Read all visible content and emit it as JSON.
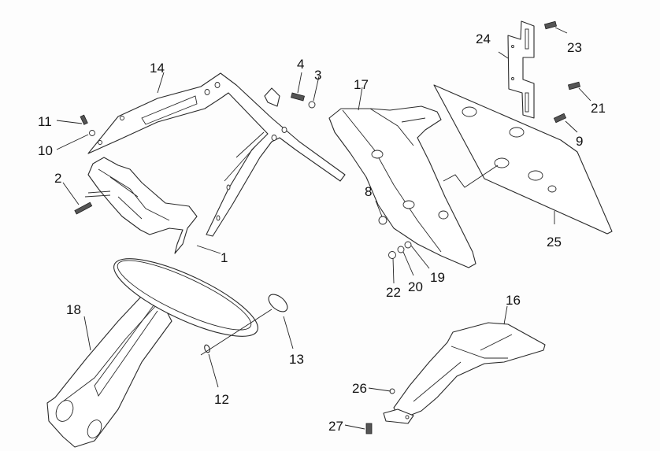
{
  "diagram": {
    "type": "exploded-parts-diagram",
    "callouts": [
      {
        "id": "1",
        "label": "1"
      },
      {
        "id": "2",
        "label": "2"
      },
      {
        "id": "3",
        "label": "3"
      },
      {
        "id": "4",
        "label": "4"
      },
      {
        "id": "8",
        "label": "8"
      },
      {
        "id": "9",
        "label": "9"
      },
      {
        "id": "10",
        "label": "10"
      },
      {
        "id": "11",
        "label": "11"
      },
      {
        "id": "12",
        "label": "12"
      },
      {
        "id": "13",
        "label": "13"
      },
      {
        "id": "14",
        "label": "14"
      },
      {
        "id": "16",
        "label": "16"
      },
      {
        "id": "17",
        "label": "17"
      },
      {
        "id": "18",
        "label": "18"
      },
      {
        "id": "19",
        "label": "19"
      },
      {
        "id": "20",
        "label": "20"
      },
      {
        "id": "21",
        "label": "21"
      },
      {
        "id": "22",
        "label": "22"
      },
      {
        "id": "23",
        "label": "23"
      },
      {
        "id": "24",
        "label": "24"
      },
      {
        "id": "25",
        "label": "25"
      },
      {
        "id": "26",
        "label": "26"
      },
      {
        "id": "27",
        "label": "27"
      }
    ]
  }
}
